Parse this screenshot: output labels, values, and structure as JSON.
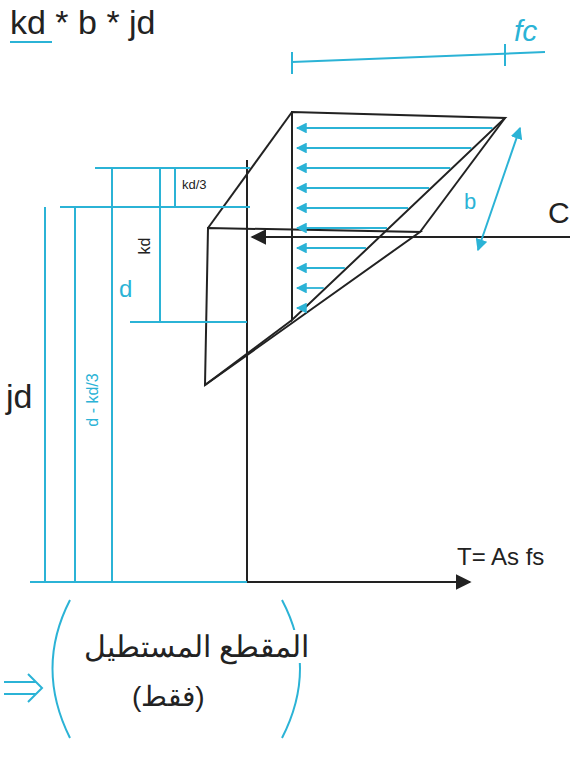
{
  "diagram": {
    "labels": [
      "kd * b * jd",
      "fc",
      "C",
      "b",
      "kd/3",
      "kd",
      "d",
      "jd",
      "d - kd/3",
      "T= As fs",
      "المقطع المستطيل",
      "(فقط)"
    ]
  }
}
